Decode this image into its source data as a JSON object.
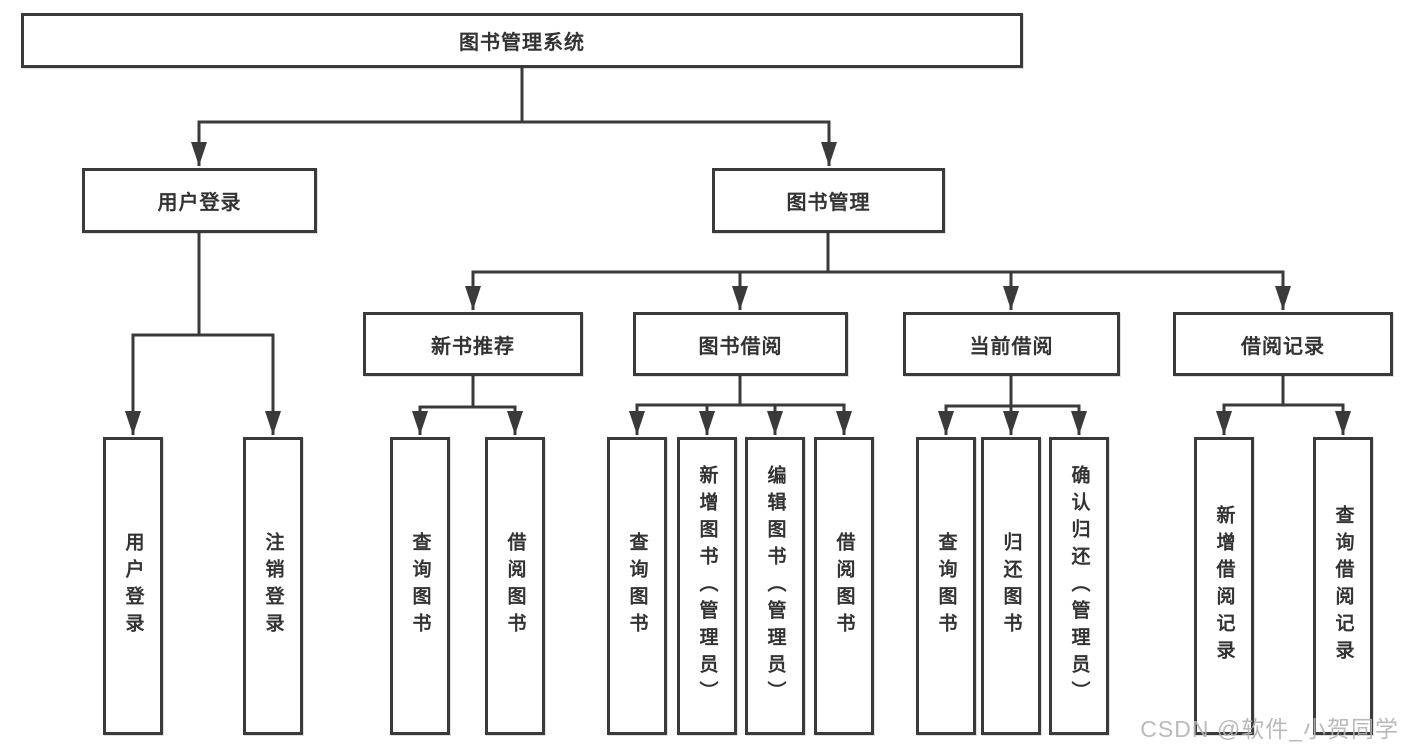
{
  "tree": {
    "label": "图书管理系统",
    "children": [
      {
        "label": "用户登录",
        "children": [
          {
            "label": "用户登录"
          },
          {
            "label": "注销登录"
          }
        ]
      },
      {
        "label": "图书管理",
        "children": [
          {
            "label": "新书推荐",
            "children": [
              {
                "label": "查询图书"
              },
              {
                "label": "借阅图书"
              }
            ]
          },
          {
            "label": "图书借阅",
            "children": [
              {
                "label": "查询图书"
              },
              {
                "label": "新增图书（管理员）"
              },
              {
                "label": "编辑图书（管理员）"
              },
              {
                "label": "借阅图书"
              }
            ]
          },
          {
            "label": "当前借阅",
            "children": [
              {
                "label": "查询图书"
              },
              {
                "label": "归还图书"
              },
              {
                "label": "确认归还（管理员）"
              }
            ]
          },
          {
            "label": "借阅记录",
            "children": [
              {
                "label": "新增借阅记录"
              },
              {
                "label": "查询借阅记录"
              }
            ]
          }
        ]
      }
    ]
  },
  "watermark": "CSDN @软件_小贺同学",
  "colors": {
    "line": "#3a3a3a",
    "box_border": "#3a3a3a",
    "text": "#333333",
    "watermark": "#b3b3b3",
    "background": "#ffffff"
  }
}
